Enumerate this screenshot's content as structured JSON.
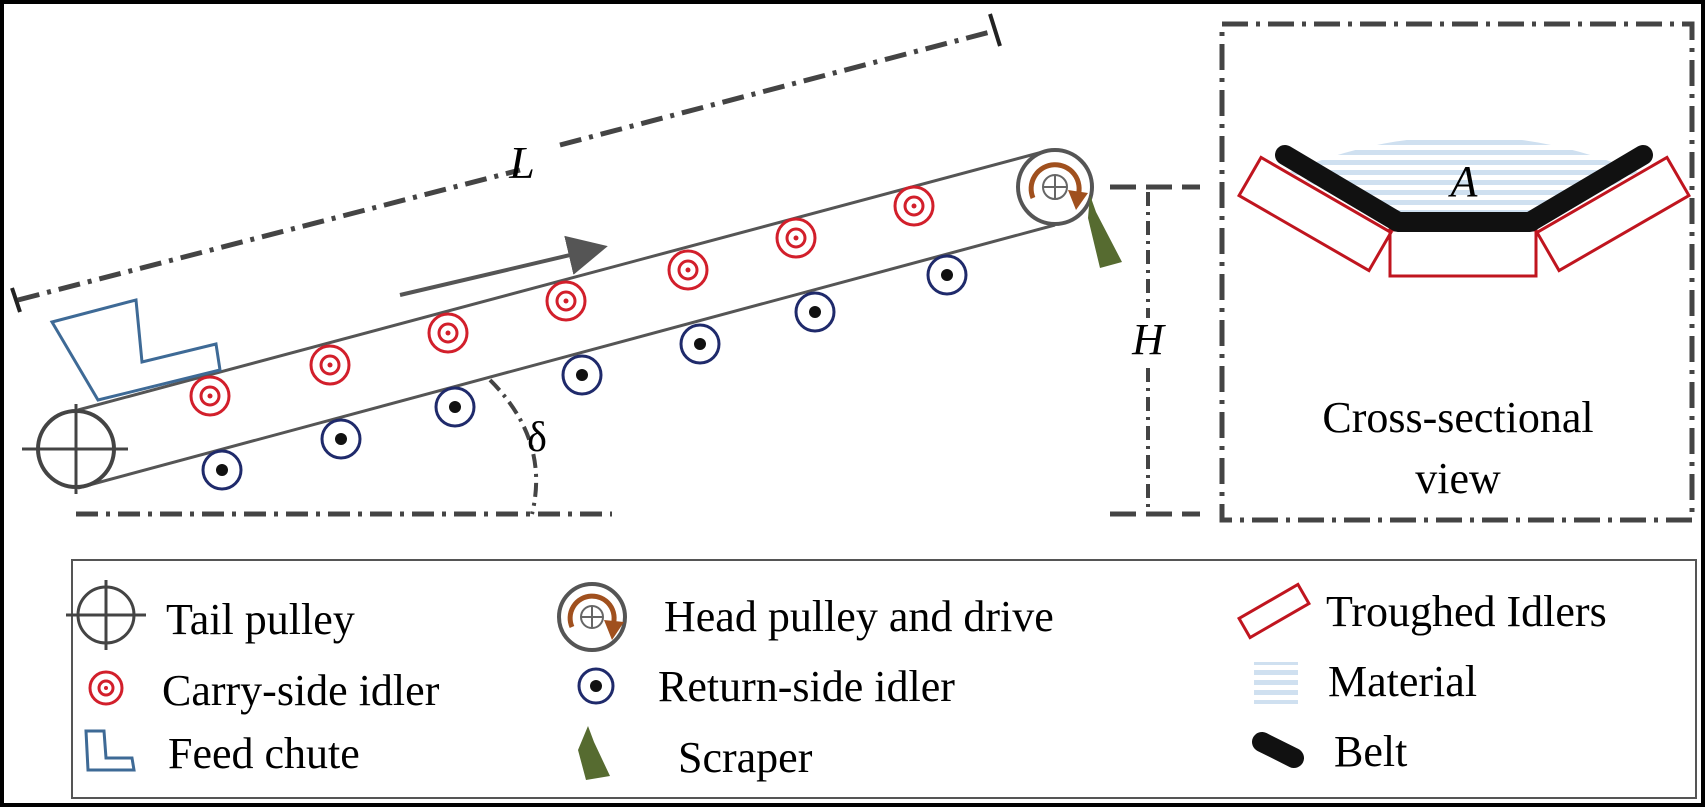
{
  "labels": {
    "length": "L",
    "height": "H",
    "angle": "δ",
    "area": "A",
    "cross_section_line1": "Cross-sectional",
    "cross_section_line2": "view"
  },
  "legend": {
    "tail_pulley": "Tail pulley",
    "carry_idler": "Carry-side idler",
    "feed_chute": "Feed chute",
    "head_pulley": "Head pulley and drive",
    "return_idler": "Return-side idler",
    "scraper": "Scraper",
    "troughed_idlers": "Troughed Idlers",
    "material": "Material",
    "belt": "Belt"
  },
  "colors": {
    "belt_line": "#555555",
    "carry_idler": "#d21f2b",
    "return_idler": "#1f2a6b",
    "feed_chute": "#3e6a96",
    "scraper": "#566b30",
    "drive_arrow": "#a0501e",
    "material": "#cfe0f0",
    "belt_cross": "#111111"
  },
  "icons": {
    "tail_pulley": "crosshair-circle-icon",
    "head_pulley": "drive-pulley-icon",
    "carry_idler": "double-ring-icon",
    "return_idler": "dot-ring-icon",
    "feed_chute": "chute-icon",
    "scraper": "scraper-icon",
    "troughed_idlers": "tilted-rectangle-icon",
    "material": "striped-square-icon",
    "belt": "thick-bar-icon"
  }
}
